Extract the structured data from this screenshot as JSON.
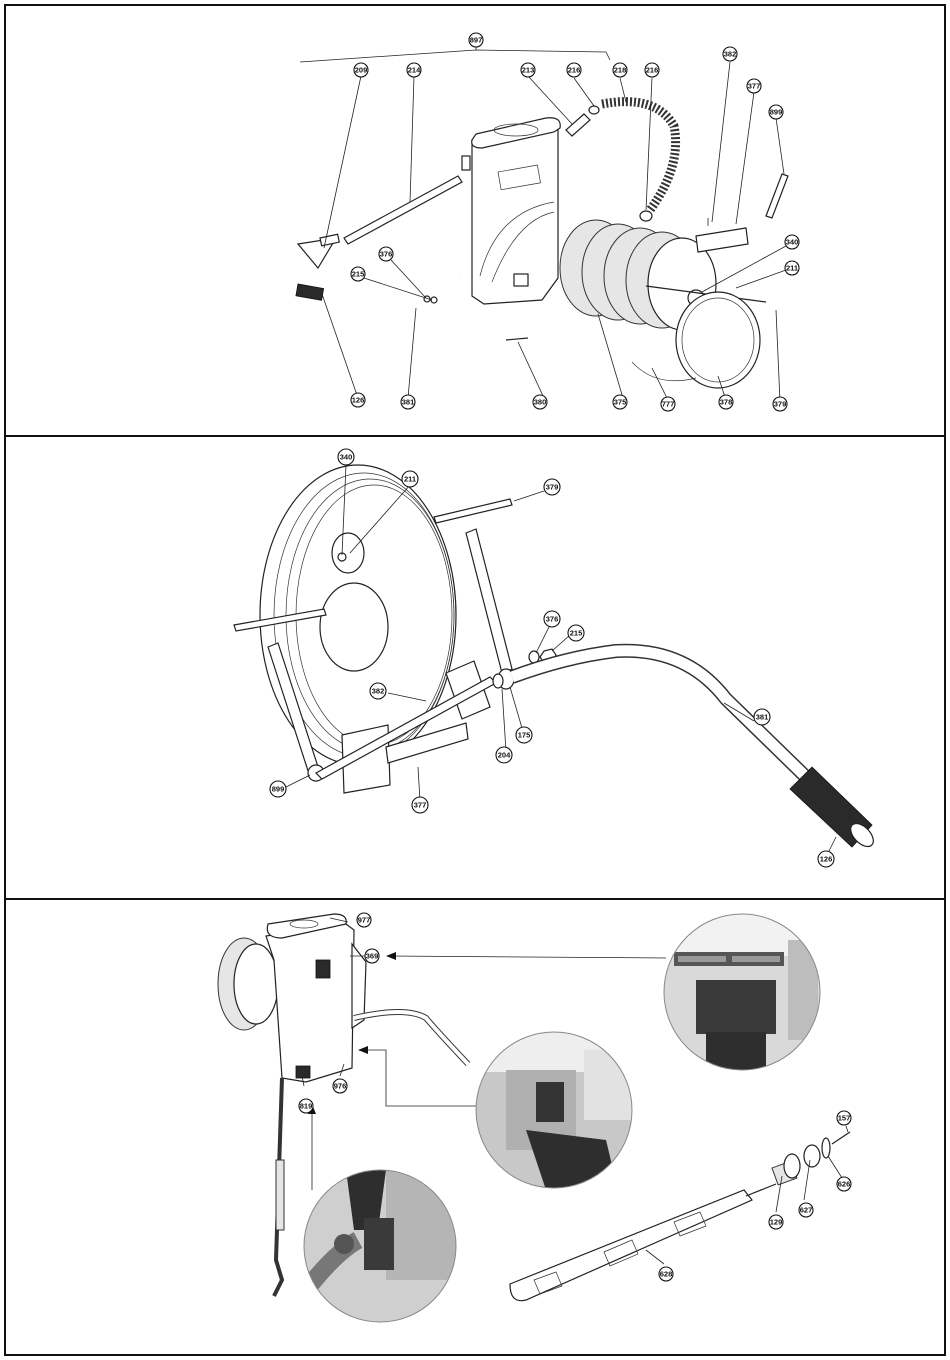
{
  "panel1": {
    "callouts": [
      "897",
      "209",
      "214",
      "213",
      "216",
      "218",
      "216",
      "382",
      "377",
      "899",
      "376",
      "215",
      "340",
      "211",
      "126",
      "381",
      "380",
      "375",
      "777",
      "378",
      "379"
    ]
  },
  "panel2": {
    "callouts": [
      "340",
      "211",
      "379",
      "376",
      "215",
      "382",
      "381",
      "175",
      "204",
      "899",
      "377",
      "126"
    ]
  },
  "panel3": {
    "callouts": [
      "977",
      "369",
      "976",
      "819",
      "157",
      "626",
      "627",
      "129",
      "628"
    ]
  }
}
